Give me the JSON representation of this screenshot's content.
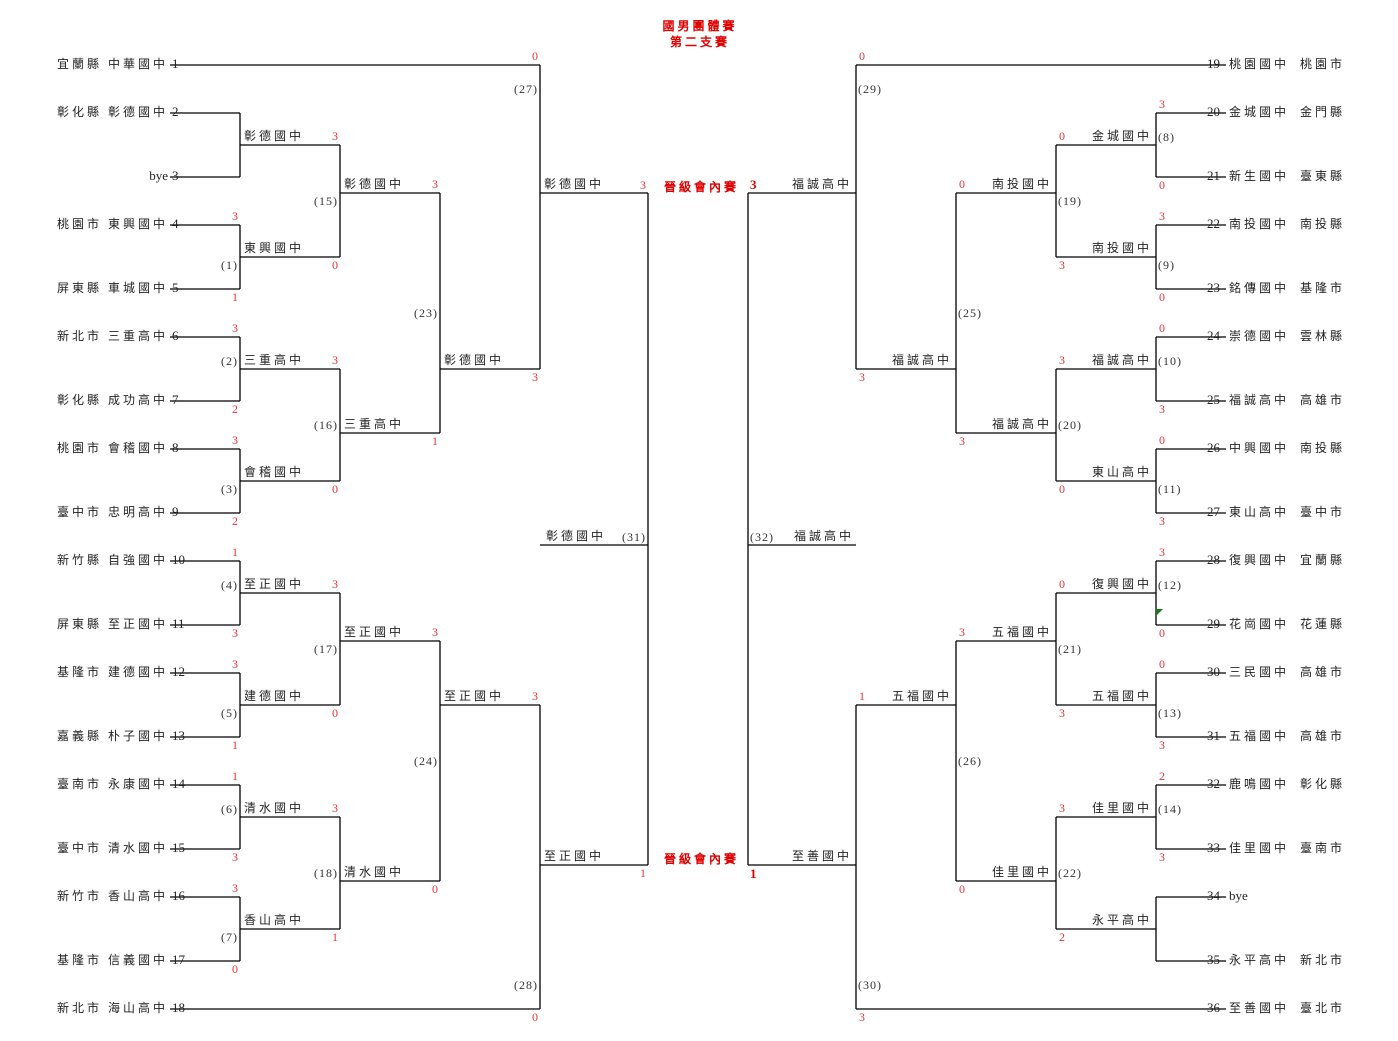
{
  "header": {
    "title": "國男團體賽",
    "subtitle": "第二支賽"
  },
  "left_entries": [
    {
      "seed": "1",
      "county": "宜蘭縣",
      "school": "中華國中"
    },
    {
      "seed": "2",
      "county": "彰化縣",
      "school": "彰德國中"
    },
    {
      "seed": "3",
      "county": "",
      "school": "bye"
    },
    {
      "seed": "4",
      "county": "桃園市",
      "school": "東興國中"
    },
    {
      "seed": "5",
      "county": "屏東縣",
      "school": "車城國中"
    },
    {
      "seed": "6",
      "county": "新北市",
      "school": "三重高中"
    },
    {
      "seed": "7",
      "county": "彰化縣",
      "school": "成功高中"
    },
    {
      "seed": "8",
      "county": "桃園市",
      "school": "會稽國中"
    },
    {
      "seed": "9",
      "county": "臺中市",
      "school": "忠明高中"
    },
    {
      "seed": "10",
      "county": "新竹縣",
      "school": "自強國中"
    },
    {
      "seed": "11",
      "county": "屏東縣",
      "school": "至正國中"
    },
    {
      "seed": "12",
      "county": "基隆市",
      "school": "建德國中"
    },
    {
      "seed": "13",
      "county": "嘉義縣",
      "school": "朴子國中"
    },
    {
      "seed": "14",
      "county": "臺南市",
      "school": "永康國中"
    },
    {
      "seed": "15",
      "county": "臺中市",
      "school": "清水國中"
    },
    {
      "seed": "16",
      "county": "新竹市",
      "school": "香山高中"
    },
    {
      "seed": "17",
      "county": "基隆市",
      "school": "信義國中"
    },
    {
      "seed": "18",
      "county": "新北市",
      "school": "海山高中"
    }
  ],
  "right_entries": [
    {
      "seed": "19",
      "county": "桃園市",
      "school": "桃園國中"
    },
    {
      "seed": "20",
      "county": "金門縣",
      "school": "金城國中"
    },
    {
      "seed": "21",
      "county": "臺東縣",
      "school": "新生國中"
    },
    {
      "seed": "22",
      "county": "南投縣",
      "school": "南投國中"
    },
    {
      "seed": "23",
      "county": "基隆市",
      "school": "銘傳國中"
    },
    {
      "seed": "24",
      "county": "雲林縣",
      "school": "崇德國中"
    },
    {
      "seed": "25",
      "county": "高雄市",
      "school": "福誠高中"
    },
    {
      "seed": "26",
      "county": "南投縣",
      "school": "中興國中"
    },
    {
      "seed": "27",
      "county": "臺中市",
      "school": "東山高中"
    },
    {
      "seed": "28",
      "county": "宜蘭縣",
      "school": "復興國中"
    },
    {
      "seed": "29",
      "county": "花蓮縣",
      "school": "花崗國中"
    },
    {
      "seed": "30",
      "county": "高雄市",
      "school": "三民國中"
    },
    {
      "seed": "31",
      "county": "高雄市",
      "school": "五福國中"
    },
    {
      "seed": "32",
      "county": "彰化縣",
      "school": "鹿鳴國中"
    },
    {
      "seed": "33",
      "county": "臺南市",
      "school": "佳里國中"
    },
    {
      "seed": "34",
      "county": "",
      "school": "bye"
    },
    {
      "seed": "35",
      "county": "新北市",
      "school": "永平高中"
    },
    {
      "seed": "36",
      "county": "臺北市",
      "school": "至善國中"
    }
  ],
  "matches": {
    "m1": {
      "label": "(1)",
      "winner": "東興國中",
      "score_top": "3",
      "score_bottom": "1"
    },
    "m2": {
      "label": "(2)",
      "winner": "三重高中",
      "score_top": "3",
      "score_bottom": "2"
    },
    "m3": {
      "label": "(3)",
      "winner": "會稽國中",
      "score_top": "3",
      "score_bottom": "2"
    },
    "m4": {
      "label": "(4)",
      "winner": "至正國中",
      "score_top": "1",
      "score_bottom": "3"
    },
    "m5": {
      "label": "(5)",
      "winner": "建德國中",
      "score_top": "3",
      "score_bottom": "1"
    },
    "m6": {
      "label": "(6)",
      "winner": "清水國中",
      "score_top": "1",
      "score_bottom": "3"
    },
    "m7": {
      "label": "(7)",
      "winner": "香山高中",
      "score_top": "3",
      "score_bottom": "0"
    },
    "m_bye_left": {
      "winner": "彰德國中"
    },
    "m15": {
      "label": "(15)",
      "winner": "彰德國中",
      "score_top": "3",
      "score_bottom": "0"
    },
    "m16": {
      "label": "(16)",
      "winner": "三重高中",
      "score_top": "3",
      "score_bottom": "0"
    },
    "m17": {
      "label": "(17)",
      "winner": "至正國中",
      "score_top": "3",
      "score_bottom": "0"
    },
    "m18": {
      "label": "(18)",
      "winner": "清水國中",
      "score_top": "3",
      "score_bottom": "1"
    },
    "m23": {
      "label": "(23)",
      "winner": "彰德國中",
      "score_top": "3",
      "score_bottom": "1"
    },
    "m24": {
      "label": "(24)",
      "winner": "至正國中",
      "score_top": "3",
      "score_bottom": "0"
    },
    "m27": {
      "label": "(27)",
      "winner": "彰德國中",
      "score_top": "0",
      "score_bottom": "3"
    },
    "m28": {
      "label": "(28)",
      "winner": "至正國中",
      "score_top": "3",
      "score_bottom": "0"
    },
    "m31": {
      "label": "(31)",
      "winner": "彰德國中",
      "score_top": "3",
      "score_bottom": "1"
    },
    "m8": {
      "label": "(8)",
      "winner": "金城國中",
      "score_top": "3",
      "score_bottom": "0"
    },
    "m9": {
      "label": "(9)",
      "winner": "南投國中",
      "score_top": "3",
      "score_bottom": "0"
    },
    "m10": {
      "label": "(10)",
      "winner": "福誠高中",
      "score_top": "0",
      "score_bottom": "3"
    },
    "m11": {
      "label": "(11)",
      "winner": "東山高中",
      "score_top": "0",
      "score_bottom": "3"
    },
    "m12": {
      "label": "(12)",
      "winner": "復興國中",
      "score_top": "3",
      "score_bottom": "0"
    },
    "m13": {
      "label": "(13)",
      "winner": "五福國中",
      "score_top": "0",
      "score_bottom": "3"
    },
    "m14": {
      "label": "(14)",
      "winner": "佳里國中",
      "score_top": "2",
      "score_bottom": "3"
    },
    "m_bye_right": {
      "winner": "永平高中"
    },
    "m19": {
      "label": "(19)",
      "winner": "南投國中",
      "score_top": "0",
      "score_bottom": "3"
    },
    "m20": {
      "label": "(20)",
      "winner": "福誠高中",
      "score_top": "3",
      "score_bottom": "0"
    },
    "m21": {
      "label": "(21)",
      "winner": "五福國中",
      "score_top": "0",
      "score_bottom": "3"
    },
    "m22": {
      "label": "(22)",
      "winner": "佳里國中",
      "score_top": "3",
      "score_bottom": "2"
    },
    "m25": {
      "label": "(25)",
      "winner": "福誠高中",
      "score_top": "0",
      "score_bottom": "3"
    },
    "m26": {
      "label": "(26)",
      "winner": "五福國中",
      "score_top": "3",
      "score_bottom": "0"
    },
    "m29": {
      "label": "(29)",
      "winner": "福誠高中",
      "score_top": "0",
      "score_bottom": "3"
    },
    "m30": {
      "label": "(30)",
      "winner": "至善國中",
      "score_top": "1",
      "score_bottom": "3"
    },
    "m32": {
      "label": "(32)",
      "winner": "福誠高中",
      "score_top": "3",
      "score_bottom": "1"
    }
  },
  "finals": {
    "advance_label": "晉級會內賽",
    "top_left_score": "3",
    "top_right_score": "3",
    "bottom_left_score": "1",
    "bottom_right_score": "1",
    "top_left_team": "彰德國中",
    "top_right_team": "福誠高中",
    "bottom_left_team": "至正國中",
    "bottom_right_team": "至善國中"
  }
}
